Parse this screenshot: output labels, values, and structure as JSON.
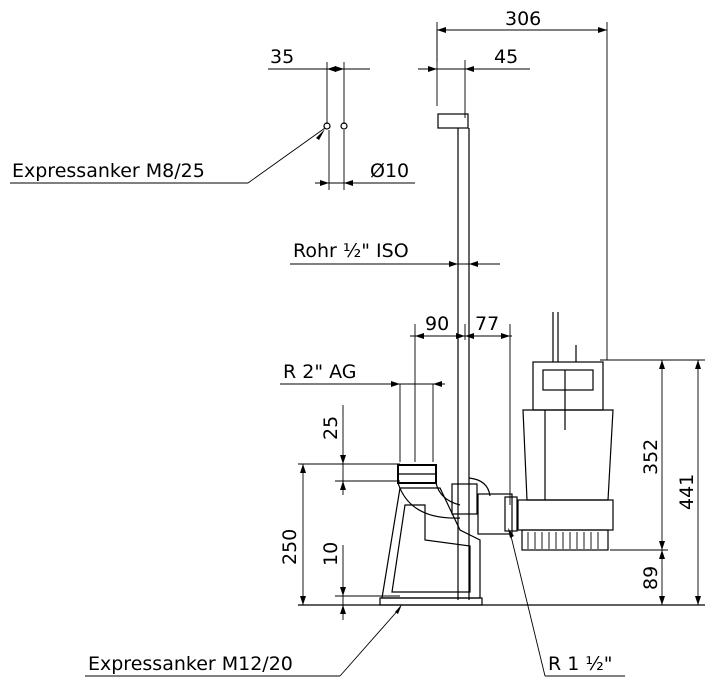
{
  "labels": {
    "dim_306": "306",
    "dim_35": "35",
    "dim_45": "45",
    "dim_phi10": "Ø10",
    "anchor_top": "Expressanker M8/25",
    "pipe": "Rohr ½\" ISO",
    "dim_90": "90",
    "dim_77": "77",
    "thread_top": "R 2\" AG",
    "dim_25": "25",
    "dim_250": "250",
    "dim_10": "10",
    "dim_352": "352",
    "dim_441": "441",
    "dim_89": "89",
    "anchor_bottom": "Expressanker M12/20",
    "thread_bottom": "R 1 ½\""
  }
}
